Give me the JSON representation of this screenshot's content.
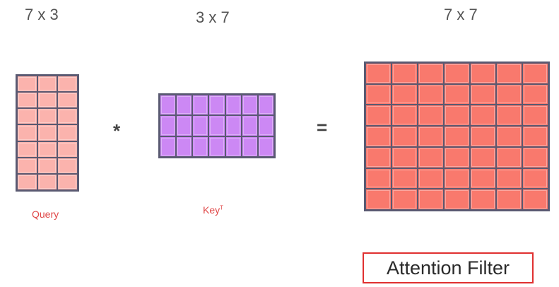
{
  "query": {
    "dim_label": "7 x 3",
    "label": "Query",
    "rows": 7,
    "cols": 3,
    "color": "#fbb3ad"
  },
  "key": {
    "dim_label": "3 x 7",
    "label": "Key",
    "label_sup": "T",
    "rows": 3,
    "cols": 7,
    "color": "#cc88f4"
  },
  "result": {
    "dim_label": "7 x 7",
    "rows": 7,
    "cols": 7,
    "color": "#f9796d"
  },
  "operators": {
    "multiply": "*",
    "equals": "="
  },
  "caption": "Attention Filter"
}
